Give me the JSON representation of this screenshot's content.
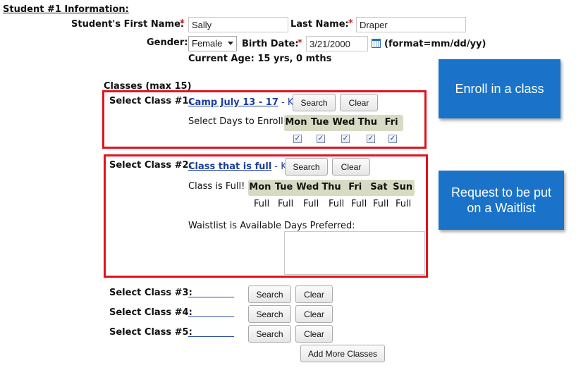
{
  "student": {
    "header": "Student #1 Information:",
    "first_name_label": "Student's First Name:",
    "first_name_value": "Sally",
    "last_name_label": "Last Name:",
    "last_name_value": "Draper",
    "required_mark": "*",
    "gender_label": "Gender:",
    "gender_value": "Female",
    "birth_date_label": "Birth Date:",
    "birth_date_value": "3/21/2000",
    "date_format": "(format=mm/dd/yy)",
    "current_age": "Current Age: 15 yrs, 0 mths"
  },
  "classes": {
    "header": "Classes (max 15)",
    "search_label": "Search",
    "clear_label": "Clear",
    "add_more_label": "Add More Classes",
    "class1": {
      "label": "Select Class #1:",
      "link": "Camp July 13 - 17",
      "suffix": " - KDS",
      "days_label": "Select Days to Enroll",
      "days": [
        "Mon",
        "Tue",
        "Wed",
        "Thu",
        "Fri"
      ],
      "checked": [
        true,
        true,
        true,
        true,
        true
      ]
    },
    "class2": {
      "label": "Select Class #2:",
      "link": "Class that is full",
      "suffix": " - KDS",
      "full_label": "Class is Full!",
      "days": [
        "Mon",
        "Tue",
        "Wed",
        "Thu",
        "Fri",
        "Sat",
        "Sun"
      ],
      "status": [
        "Full",
        "Full",
        "Full",
        "Full",
        "Full",
        "Full",
        "Full"
      ],
      "waitlist_label": "Waistlist is Available",
      "days_preferred_label": "Days Preferred:",
      "days_preferred_value": ""
    },
    "class3": {
      "label": "Select Class #3:",
      "link": "__________"
    },
    "class4": {
      "label": "Select Class #4:",
      "link": "__________"
    },
    "class5": {
      "label": "Select Class #5:",
      "link": "__________"
    }
  },
  "callouts": {
    "enroll": "Enroll in a class",
    "waitlist_line1": "Request to be put",
    "waitlist_line2": "on a Waitlist"
  },
  "colors": {
    "callout_bg": "#1a73c8",
    "highlight_border": "#e0141e",
    "link": "#1a3e9e",
    "day_header_bg": "#d8dbc3"
  }
}
